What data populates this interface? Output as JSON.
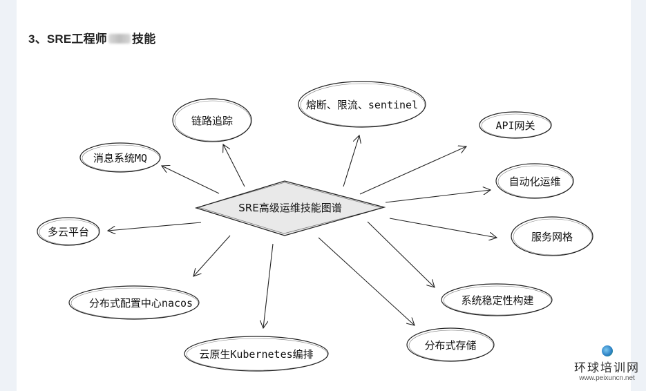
{
  "heading": {
    "before": "3、SRE工程师",
    "after": "技能"
  },
  "center": "SRE高级运维技能图谱",
  "nodes": {
    "link_tracing": "链路追踪",
    "circuit_breaking": "熔断、限流、sentinel",
    "api_gateway": "API网关",
    "message_queue": "消息系统MQ",
    "automation_ops": "自动化运维",
    "multi_cloud": "多云平台",
    "service_mesh": "服务网格",
    "config_center": "分布式配置中心nacos",
    "system_stability": "系统稳定性构建",
    "kubernetes": "云原生Kubernetes编排",
    "distributed_storage": "分布式存储"
  },
  "watermark": {
    "name": "环球培训网",
    "url": "www.peixuncn.net"
  }
}
